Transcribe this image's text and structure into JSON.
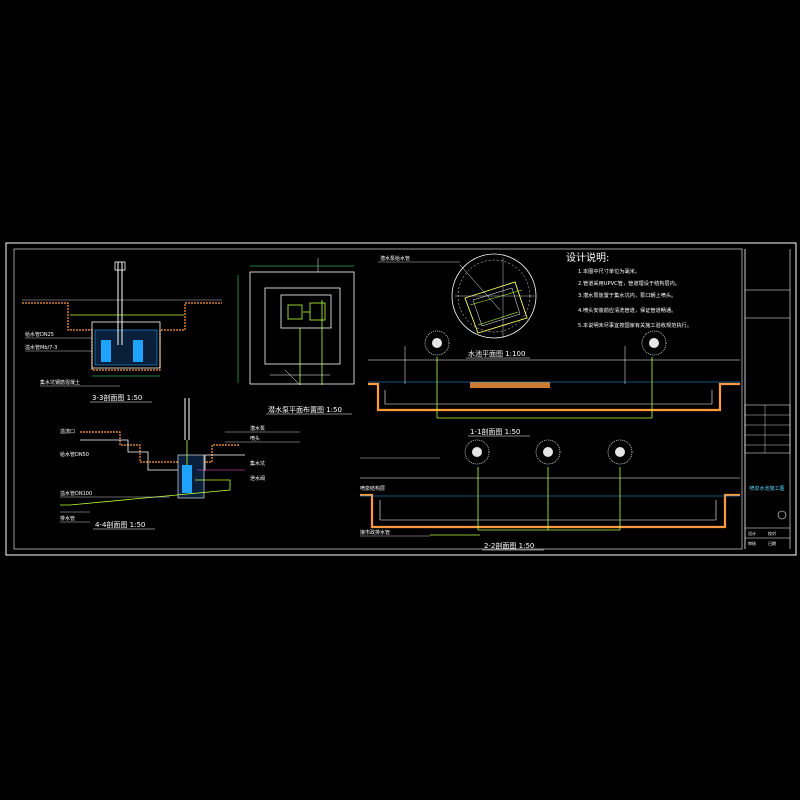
{
  "colors": {
    "background": "#000000",
    "frame": "#ffffff",
    "pipe": "#b8ff3a",
    "water": "#1fa3ff",
    "soil": "#ff9a3c",
    "dim": "#3cff8a",
    "cyan": "#5ad7ff",
    "magenta": "#ff4fd8",
    "text": "#ffffff",
    "yellowtext": "#ffff66"
  },
  "titles": {
    "section_3": "3-3剖面图 1:50",
    "pump_pit": "潜水泵平面布置图 1:50",
    "section_4": "4-4剖面图 1:50",
    "fountain_plan": "水池平面图 1:100",
    "section_1": "1-1剖面图 1:50",
    "section_2": "2-2剖面图 1:50"
  },
  "notes": {
    "heading": "设计说明:",
    "items": [
      "1.本图中尺寸单位为毫米。",
      "2.管道采用UPVC管，管道埋设于结构层内。",
      "3.潜水泵放置于集水坑内，泵口朝上喷头。",
      "4.喷头安装前应清洗管道，保证管道畅通。",
      "5.本说明未尽事宜按国家有关施工验收规范执行。"
    ]
  },
  "callouts": {
    "left_1": "给水管DN25",
    "left_2": "溢水管Mb/7-3",
    "left_3": "集水坑钢筋混凝土",
    "mid_1": "溢流口",
    "mid_2": "给水管DN50",
    "mid_3": "溢水管DN100",
    "mid_4": "排水管",
    "right_1": "潜水泵",
    "right_2": "喷头",
    "right_3": "集水坑",
    "right_4": "泄水阀",
    "plan_pipe": "潜水泵给水管",
    "s2_left": "喷泉结构层",
    "s2_bottom": "接市政排水管"
  },
  "titleblock": {
    "project": "喷泉水池施工图",
    "fields": [
      "设计",
      "校对",
      "审核",
      "日期"
    ]
  }
}
